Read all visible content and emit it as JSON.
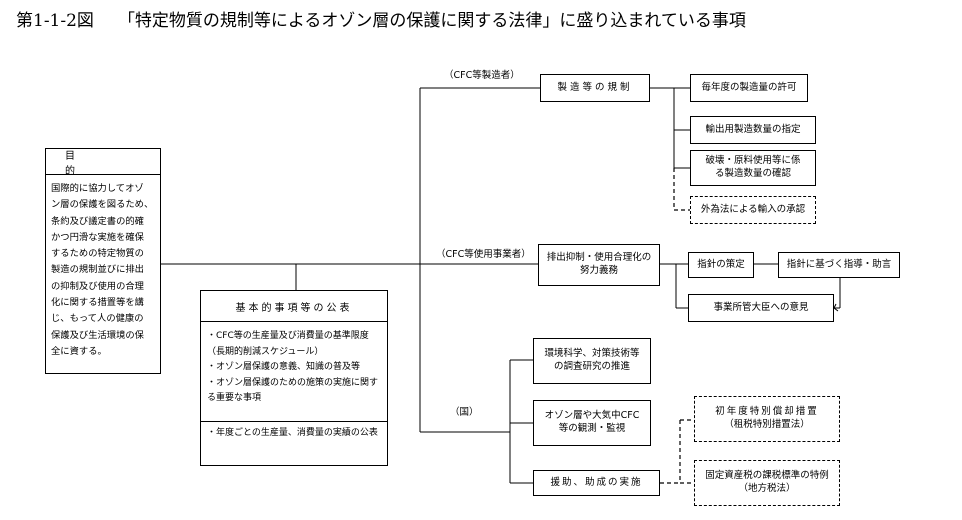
{
  "title": {
    "figure_no": "第1-1-2図",
    "text": "「特定物質の規制等によるオゾン層の保護に関する法律」に盛り込まれている事項"
  },
  "purpose": {
    "heading": "目　　的",
    "lines": [
      "国際的に協力してオゾ",
      "ン層の保護を図るため、",
      "条約及び議定書の的確",
      "かつ円滑な実施を確保",
      "するための特定物質の",
      "製造の規制並びに排出",
      "の抑制及び使用の合理",
      "化に関する措置等を講",
      "じ、もって人の健康の",
      "保護及び生活環境の保",
      "全に資する。"
    ]
  },
  "basic": {
    "heading": "基本的事項等の公表",
    "items": [
      "・CFC等の生産量及び消費量の基準限度（長期的削減スケジュール）",
      "・オゾン層保護の意義、知識の普及等",
      "・オゾン層保護のための施策の実施に関する重要な事項"
    ],
    "item2": "・年度ごとの生産量、消費量の実績の公表"
  },
  "groups": {
    "manufacturers": "（CFC等製造者）",
    "users": "（CFC等使用事業者）",
    "state": "（国）"
  },
  "boxes": {
    "production_regulation": "製造等の規制",
    "annual_permit": "毎年度の製造量の許可",
    "export_designation": "輸出用製造数量の指定",
    "destruction_confirm": "破壊・原料使用等に係る製造数量の確認",
    "import_approval": "外為法による輸入の承認",
    "emission_control": "排出抑制・使用合理化の努力義務",
    "guideline": "指針の策定",
    "guidance": "指針に基づく指導・助言",
    "minister_opinion": "事業所管大臣への意見",
    "research": "環境科学、対策技術等の調査研究の推進",
    "observation": "オゾン層や大気中CFC等の観測・監視",
    "assistance": "援助、助成の実施",
    "depreciation": "初年度特別償却措置",
    "depreciation_sub": "（租税特別措置法）",
    "property_tax": "固定資産税の課税標準の特例",
    "property_tax_sub": "（地方税法）"
  }
}
